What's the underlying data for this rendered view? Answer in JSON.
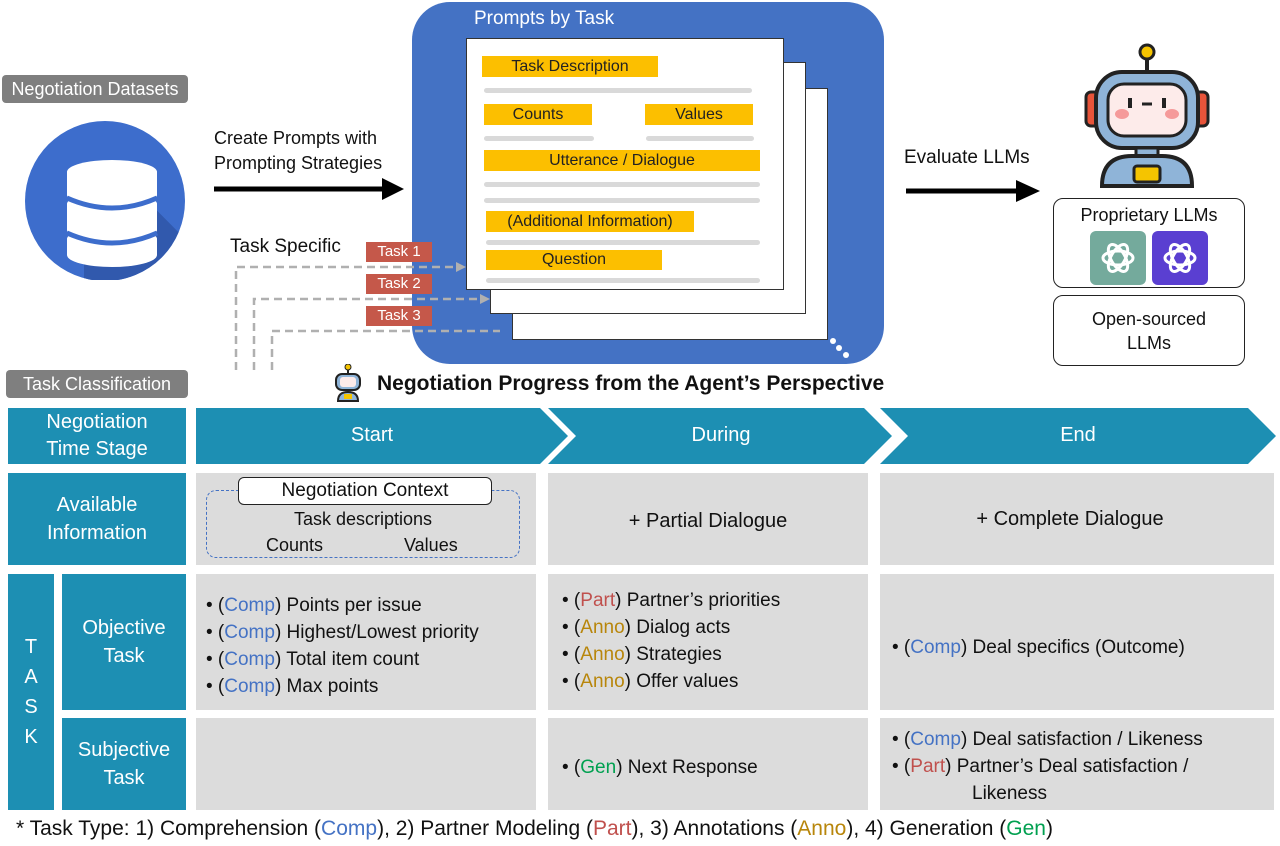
{
  "top": {
    "datasets_label": "Negotiation Datasets",
    "create_prompts_line1": "Create Prompts with",
    "create_prompts_line2": "Prompting Strategies",
    "task_specific": "Task Specific",
    "task_tags": [
      "Task 1",
      "Task 2",
      "Task 3"
    ],
    "prompts_title": "Prompts by Task",
    "prompt_fields": {
      "task_description": "Task Description",
      "counts": "Counts",
      "values": "Values",
      "utterance": "Utterance / Dialogue",
      "additional": "(Additional Information)",
      "question": "Question"
    },
    "evaluate": "Evaluate LLMs",
    "proprietary": "Proprietary LLMs",
    "open_sourced_line1": "Open-sourced",
    "open_sourced_line2": "LLMs"
  },
  "classification_label": "Task Classification",
  "progress_title": "Negotiation Progress from the Agent’s Perspective",
  "table": {
    "time_stage_line1": "Negotiation",
    "time_stage_line2": "Time Stage",
    "stages": [
      "Start",
      "During",
      "End"
    ],
    "available_line1": "Available",
    "available_line2": "Information",
    "context_title": "Negotiation Context",
    "context_task_desc": "Task descriptions",
    "context_counts": "Counts",
    "context_values": "Values",
    "partial": "+ Partial Dialogue",
    "complete": "+ Complete Dialogue",
    "task_vertical": [
      "T",
      "A",
      "S",
      "K"
    ],
    "objective_line1": "Objective",
    "objective_line2": "Task",
    "subjective_line1": "Subjective",
    "subjective_line2": "Task",
    "objective_start": [
      {
        "type": "Comp",
        "text": ") Points per issue"
      },
      {
        "type": "Comp",
        "text": ") Highest/Lowest priority"
      },
      {
        "type": "Comp",
        "text": ") Total item count"
      },
      {
        "type": "Comp",
        "text": ") Max points"
      }
    ],
    "objective_during": [
      {
        "type": "Part",
        "text": ") Partner’s priorities"
      },
      {
        "type": "Anno",
        "text": ") Dialog acts"
      },
      {
        "type": "Anno",
        "text": ") Strategies"
      },
      {
        "type": "Anno",
        "text": ") Offer values"
      }
    ],
    "objective_end": [
      {
        "type": "Comp",
        "text": ") Deal specifics (Outcome)"
      }
    ],
    "subjective_during": [
      {
        "type": "Gen",
        "text": ") Next Response"
      }
    ],
    "subjective_end": [
      {
        "type": "Comp",
        "text": ") Deal satisfaction / Likeness"
      },
      {
        "type": "Part",
        "text": ") Partner’s Deal satisfaction /"
      }
    ],
    "subjective_end_cont": "Likeness",
    "bullet": "• (",
    "open_paren": "("
  },
  "footnote": {
    "p1": "* Task Type: 1) Comprehension (",
    "comp": "Comp",
    "p2": "), 2) Partner Modeling (",
    "part": "Part",
    "p3": "), 3) Annotations (",
    "anno": "Anno",
    "p4": "), 4) Generation (",
    "gen": "Gen",
    "p5": ")"
  },
  "colors": {
    "teal": "#1d8fb3",
    "prompt_bg": "#4472c4",
    "field_yellow": "#fcbf00",
    "task_tag": "#c5584a",
    "comp": "#4472c4",
    "part": "#c0504d",
    "anno": "#b8860b",
    "gen": "#00a050"
  },
  "icons": [
    "database-icon",
    "robot-icon",
    "chatgpt-logo-icon",
    "arrow-right-icon"
  ]
}
